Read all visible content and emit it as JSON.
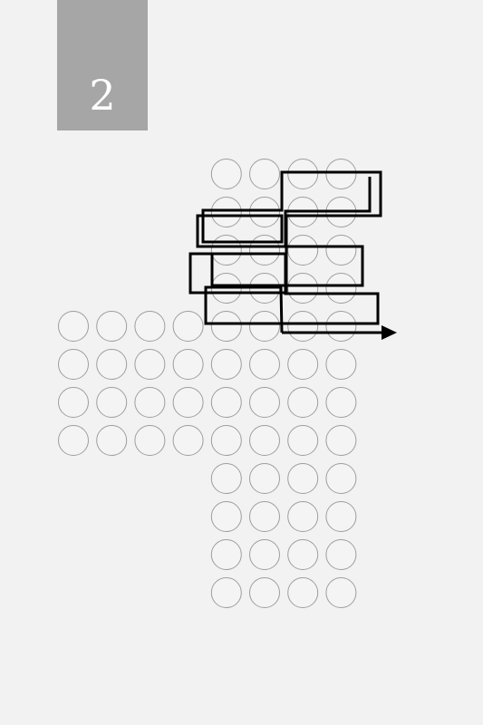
{
  "step": {
    "number": "2"
  },
  "colors": {
    "background": "#f2f2f2",
    "badge": "#a6a6a6",
    "badge_text": "#ffffff",
    "circle_stroke": "#9e9e9e",
    "circle_fill": "#f4f4f4",
    "path_stroke": "#000000"
  },
  "grid": {
    "columns": 8,
    "rows": 12,
    "filled_rows": [
      [
        4,
        5,
        6,
        7
      ],
      [
        4,
        5,
        6,
        7
      ],
      [
        4,
        5,
        6,
        7
      ],
      [
        4,
        5,
        6,
        7
      ],
      [
        0,
        1,
        2,
        3,
        4,
        5,
        6,
        7
      ],
      [
        0,
        1,
        2,
        3,
        4,
        5,
        6,
        7
      ],
      [
        0,
        1,
        2,
        3,
        4,
        5,
        6,
        7
      ],
      [
        0,
        1,
        2,
        3,
        4,
        5,
        6,
        7
      ],
      [
        4,
        5,
        6,
        7
      ],
      [
        4,
        5,
        6,
        7
      ],
      [
        4,
        5,
        6,
        7
      ],
      [
        4,
        5,
        6,
        7
      ]
    ]
  },
  "path": {
    "icon": "arrow-right-icon",
    "arrow_direction": "right"
  }
}
